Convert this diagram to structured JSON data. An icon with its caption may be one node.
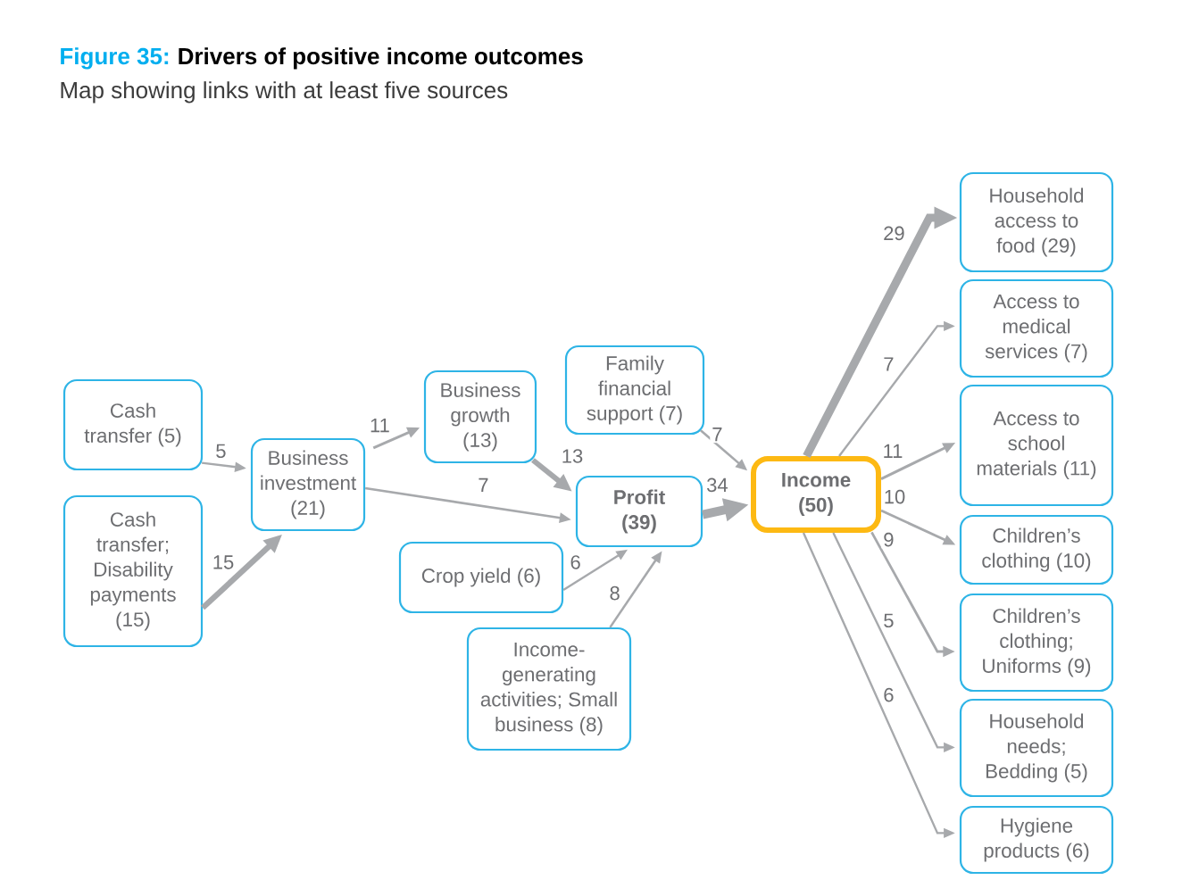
{
  "diagram": {
    "title": "Drivers of positive income outcomes",
    "nodes": [
      {
        "text": [
          "Cash transfer (5)"
        ]
      },
      {
        "text": [
          "Cash transfer; Disability payments (15)"
        ]
      },
      {
        "text": [
          "Business investment (21)"
        ]
      },
      {
        "text": [
          "Business growth (13)"
        ]
      },
      {
        "text": [
          "Family financial support (7)"
        ]
      },
      {
        "text": [
          "Profit (39)"
        ]
      },
      {
        "text": [
          "Crop yield (6)"
        ]
      },
      {
        "text": [
          "Income-generating activities; Small business (8)"
        ]
      },
      {
        "text": [
          "Income (50)"
        ]
      },
      {
        "text": [
          "Household access to food (29)"
        ]
      },
      {
        "text": [
          "Access to medical services (7)"
        ]
      },
      {
        "text": [
          "Access to school materials (11)"
        ]
      },
      {
        "text": [
          "Children’s clothing (10)"
        ]
      },
      {
        "text": [
          "Children’s clothing; Uniforms (9)"
        ]
      },
      {
        "text": [
          "Household needs; Bedding (5)"
        ]
      },
      {
        "text": [
          "Hygiene products (6)"
        ]
      }
    ],
    "edges": [
      {
        "from": 0,
        "to": 2,
        "arrow": "to",
        "label": "5"
      },
      {
        "from": 1,
        "to": 2,
        "arrow": "to",
        "label": "15",
        "style": "thick"
      },
      {
        "from": 2,
        "to": 3,
        "arrow": "to",
        "label": "11"
      },
      {
        "from": 2,
        "to": 5,
        "arrow": "to",
        "label": "7"
      },
      {
        "from": 3,
        "to": 5,
        "arrow": "to",
        "label": "13",
        "style": "thick"
      },
      {
        "from": 4,
        "to": 8,
        "arrow": "to",
        "label": "7"
      },
      {
        "from": 6,
        "to": 5,
        "arrow": "to",
        "label": "6"
      },
      {
        "from": 7,
        "to": 5,
        "arrow": "to",
        "label": "8"
      },
      {
        "from": 5,
        "to": 8,
        "arrow": "to",
        "label": "34",
        "style": "thick"
      },
      {
        "from": 8,
        "to": 9,
        "arrow": "to",
        "label": "29",
        "style": "thick"
      },
      {
        "from": 8,
        "to": 10,
        "arrow": "to",
        "label": "7"
      },
      {
        "from": 8,
        "to": 11,
        "arrow": "to",
        "label": "11"
      },
      {
        "from": 8,
        "to": 12,
        "arrow": "to",
        "label": "10"
      },
      {
        "from": 8,
        "to": 13,
        "arrow": "to",
        "label": "9"
      },
      {
        "from": 8,
        "to": 14,
        "arrow": "to",
        "label": "5"
      },
      {
        "from": 8,
        "to": 15,
        "arrow": "to",
        "label": "6"
      }
    ],
    "labels": [
      "Figure 35:",
      "Map showing links with at least five sources"
    ]
  }
}
